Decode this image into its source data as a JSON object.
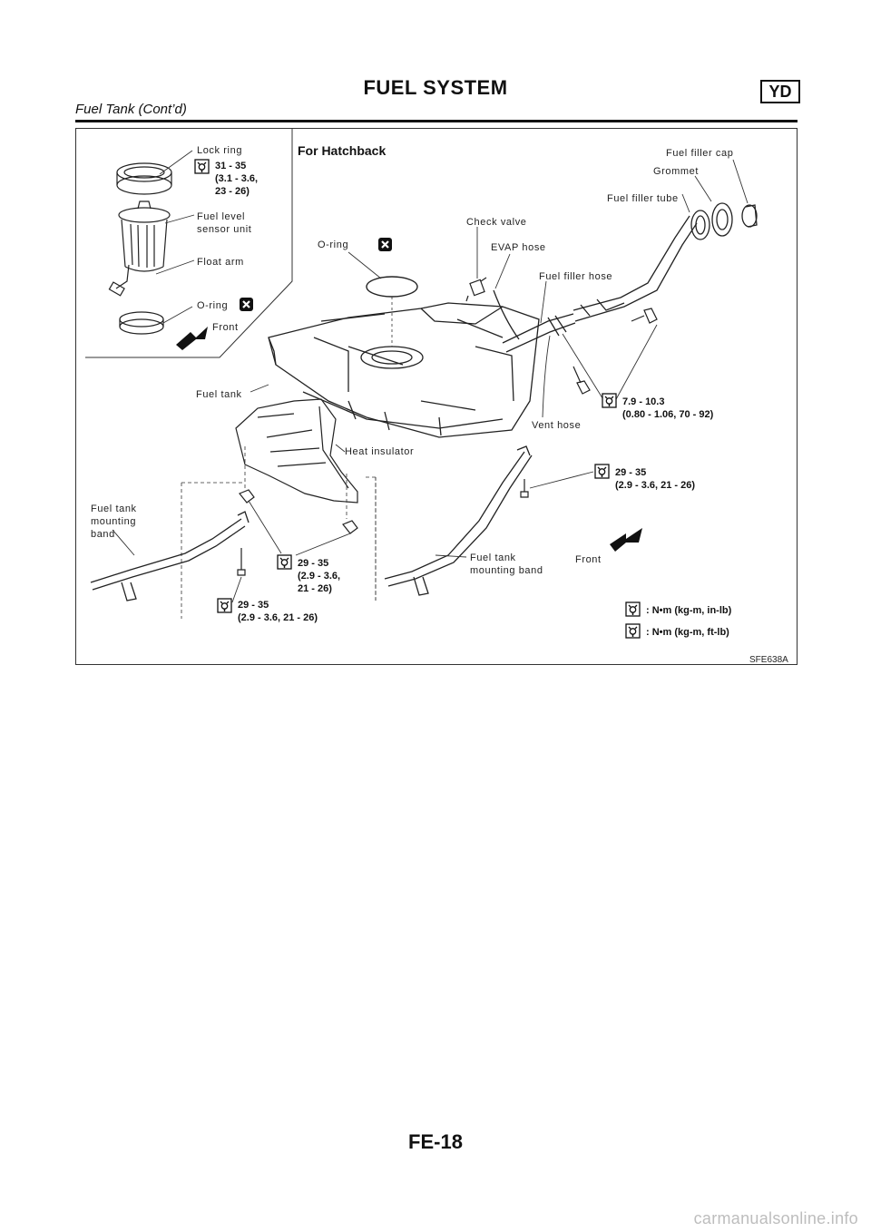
{
  "header": {
    "title": "FUEL SYSTEM",
    "badge": "YD",
    "subtitle": "Fuel Tank (Cont’d)"
  },
  "figure": {
    "heading": "For Hatchback",
    "code": "SFE638A",
    "labels": {
      "lock_ring": "Lock ring",
      "fuel_level_1": "Fuel level",
      "fuel_level_2": "sensor unit",
      "float_arm": "Float arm",
      "o_ring_left": "O-ring",
      "front_left": "Front",
      "o_ring_center": "O-ring",
      "check_valve": "Check valve",
      "evap_hose": "EVAP hose",
      "fuel_filler_hose": "Fuel filler hose",
      "fuel_filler_cap": "Fuel filler cap",
      "grommet": "Grommet",
      "fuel_filler_tube": "Fuel filler tube",
      "fuel_tank": "Fuel tank",
      "vent_hose": "Vent hose",
      "heat_insulator": "Heat insulator",
      "band_left_1": "Fuel tank",
      "band_left_2": "mounting",
      "band_left_3": "band",
      "band_right_1": "Fuel tank",
      "band_right_2": "mounting band",
      "front_right": "Front"
    },
    "torques": {
      "lock_ring_1": "31 - 35",
      "lock_ring_2": "(3.1 - 3.6,",
      "lock_ring_3": "23 - 26)",
      "filler_1": "7.9 - 10.3",
      "filler_2": "(0.80 - 1.06, 70 - 92)",
      "band_right_1": "29 - 35",
      "band_right_2": "(2.9 - 3.6, 21 - 26)",
      "insulator_1": "29 - 35",
      "insulator_2": "(2.9 - 3.6,",
      "insulator_3": "21 - 26)",
      "band_left_1": "29 - 35",
      "band_left_2": "(2.9 - 3.6, 21 - 26)"
    },
    "legend": {
      "in_lb": ": N•m (kg-m, in-lb)",
      "ft_lb": ": N•m (kg-m, ft-lb)"
    }
  },
  "footer": {
    "page": "FE-18"
  },
  "watermark": "carmanualsonline.info"
}
